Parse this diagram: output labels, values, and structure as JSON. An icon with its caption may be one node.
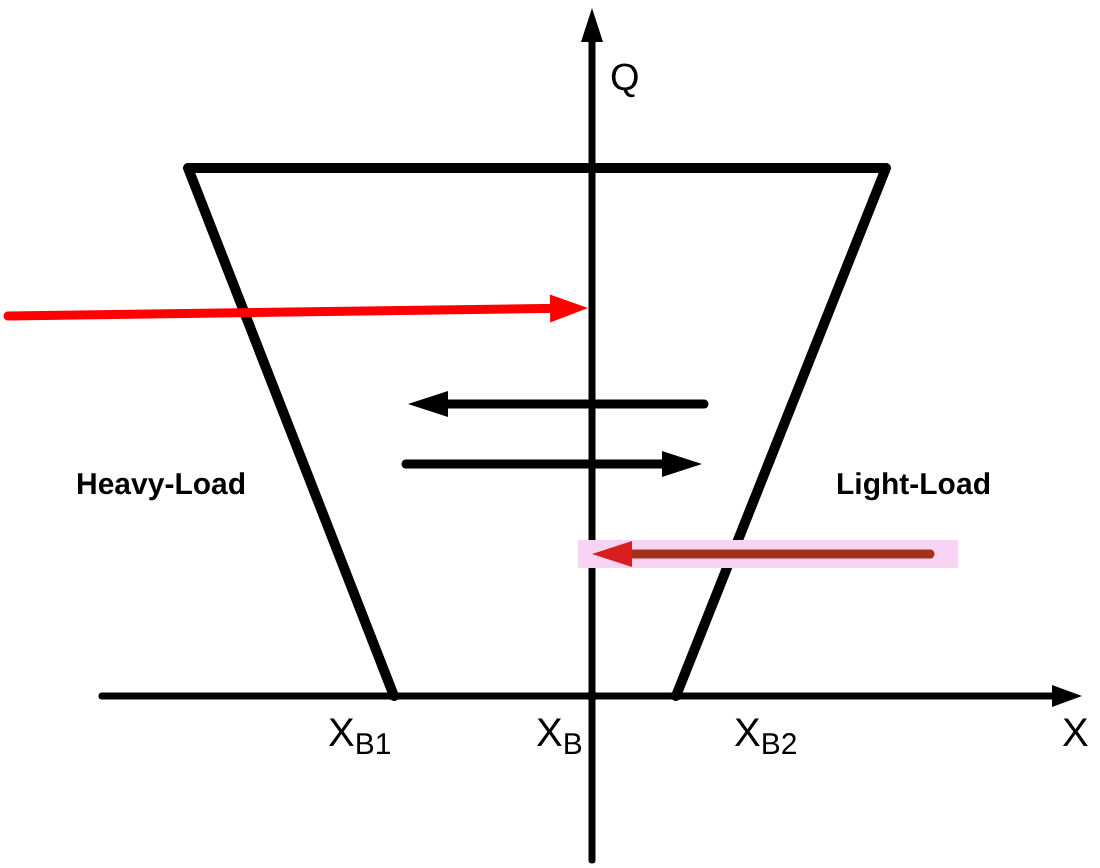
{
  "diagram": {
    "labels": [
      "Q",
      "Heavy-Load",
      "Light-Load",
      "X$_{B1}$",
      "X$_{B}$",
      "X$_{B2}$",
      "X"
    ]
  }
}
